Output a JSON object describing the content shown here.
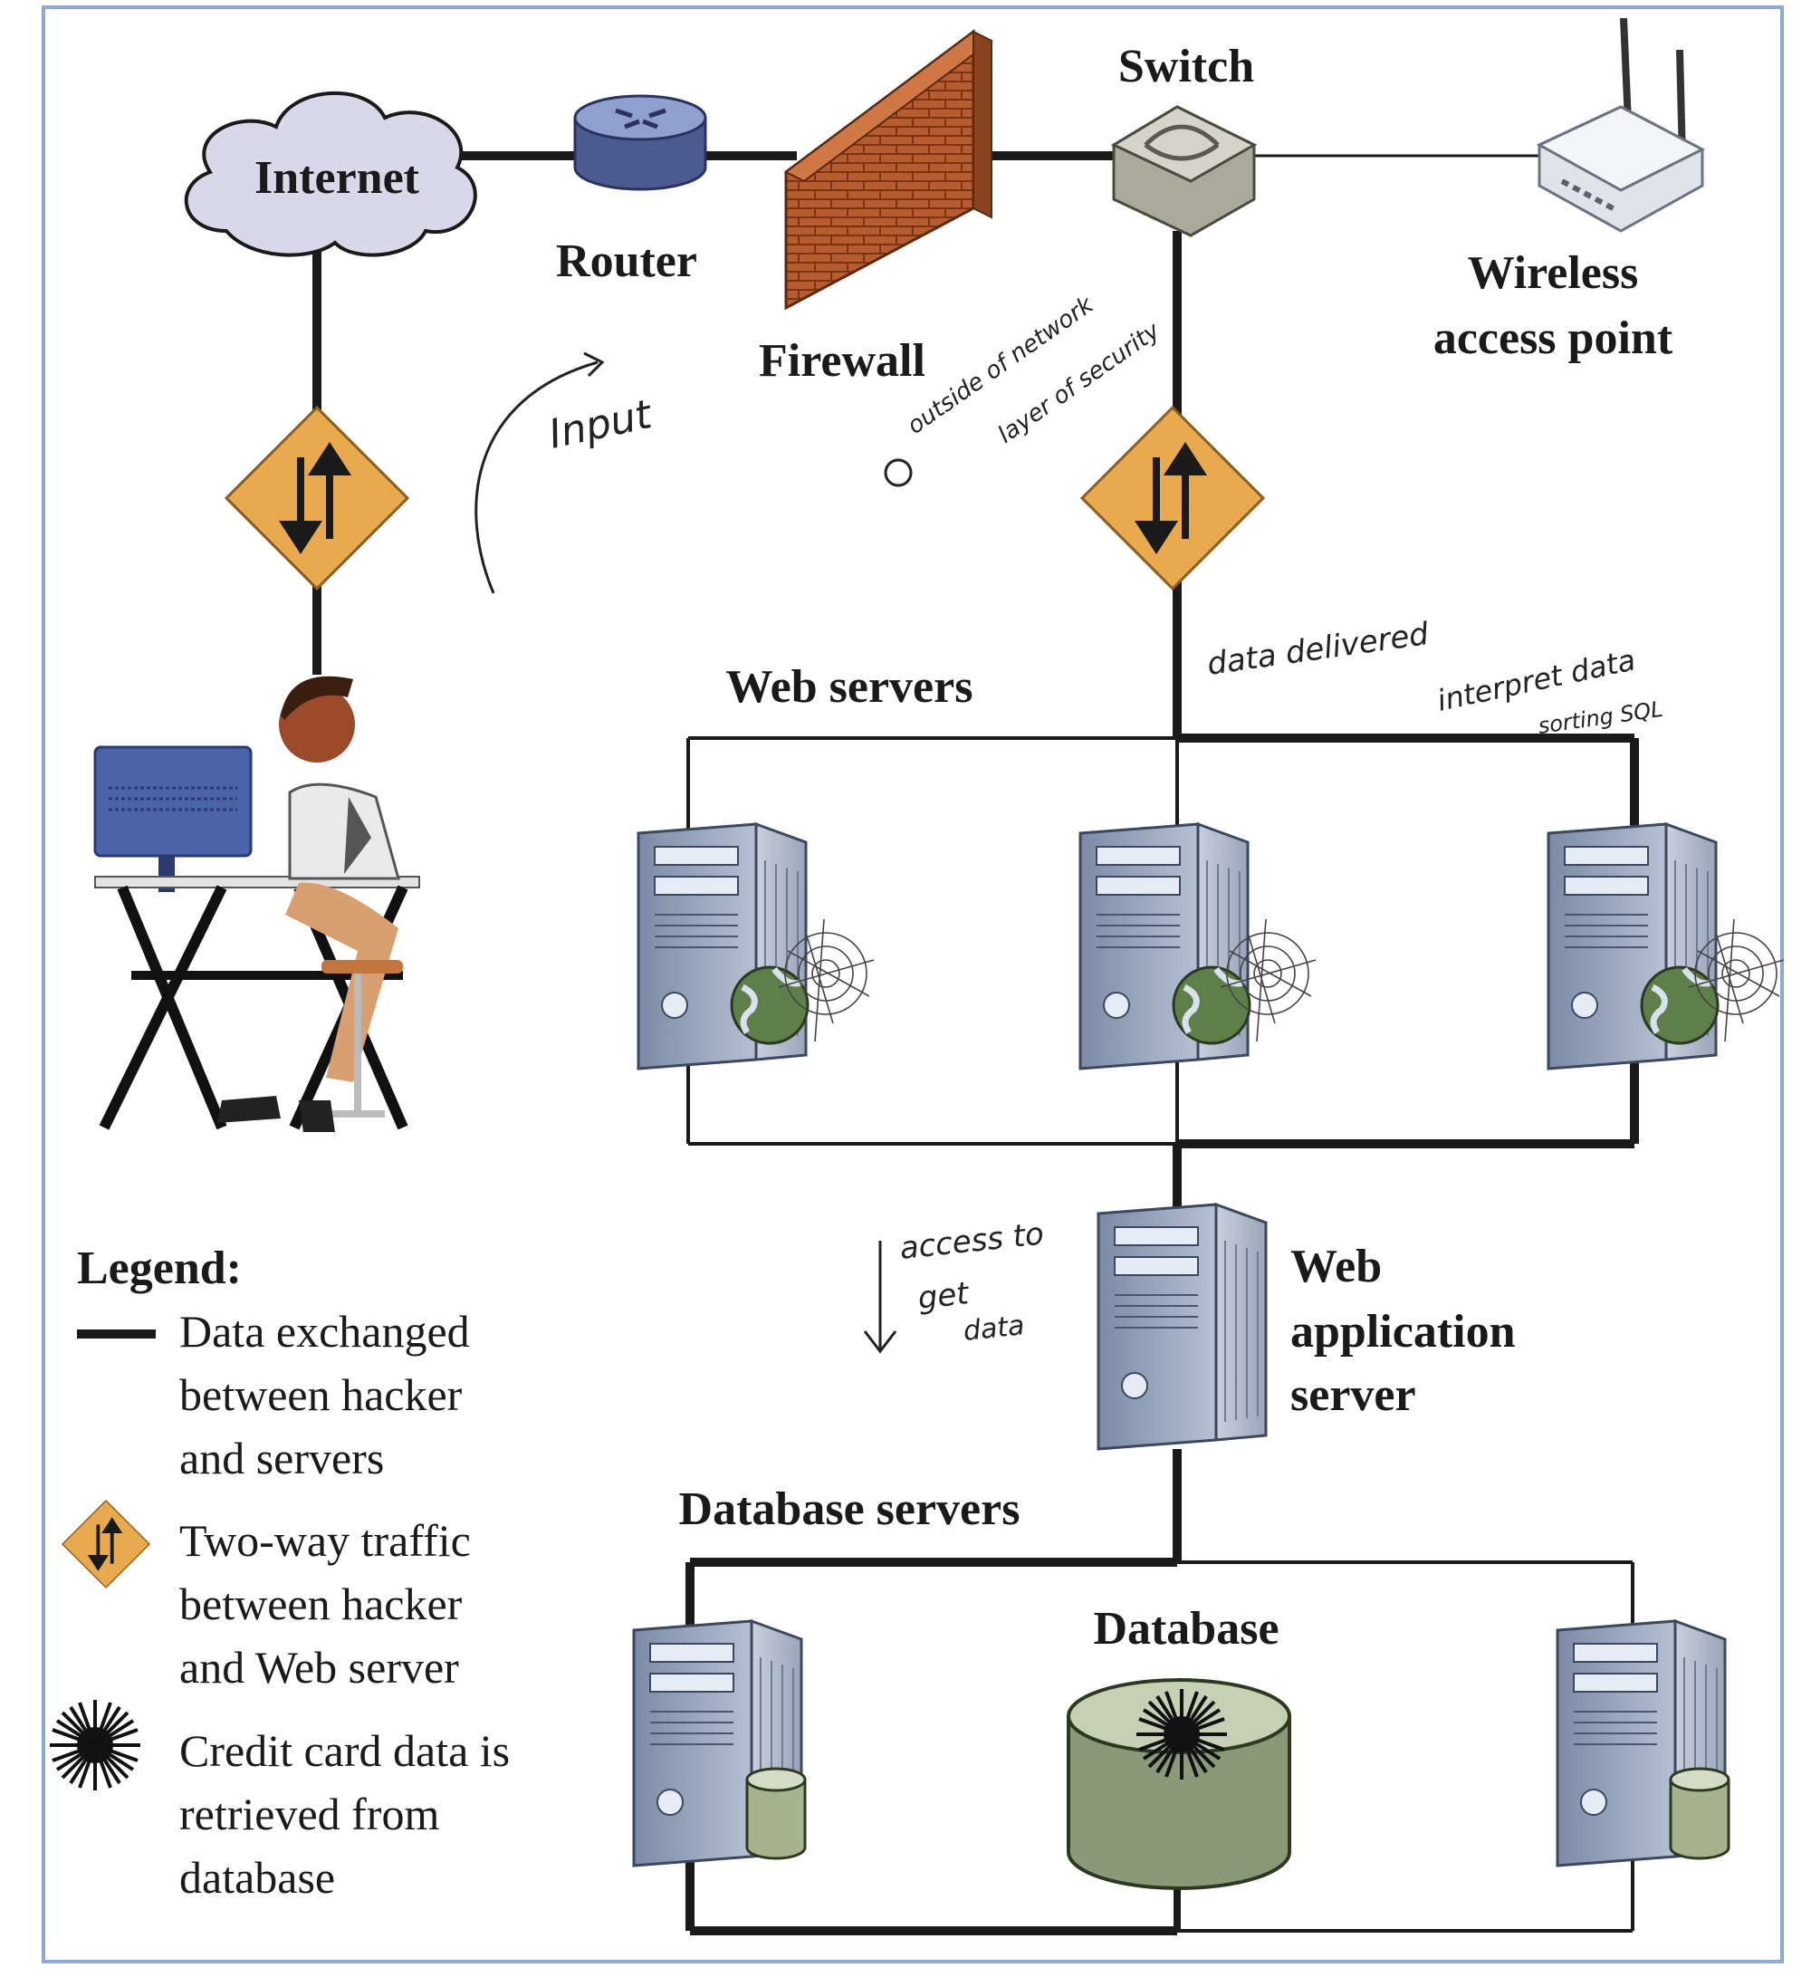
{
  "labels": {
    "internet": "Internet",
    "router": "Router",
    "firewall": "Firewall",
    "switch": "Switch",
    "wireless_line1": "Wireless",
    "wireless_line2": "access point",
    "web_servers": "Web servers",
    "web_app_line1": "Web",
    "web_app_line2": "application",
    "web_app_line3": "server",
    "database_servers": "Database servers",
    "database": "Database"
  },
  "legend": {
    "title": "Legend:",
    "items": [
      {
        "lines": [
          "Data exchanged",
          "between hacker",
          "and servers"
        ]
      },
      {
        "lines": [
          "Two-way traffic",
          "between hacker",
          "and Web server"
        ]
      },
      {
        "lines": [
          "Credit card data is",
          "retrieved from",
          "database"
        ]
      }
    ]
  },
  "annotations": {
    "input": "Input",
    "outside_line1": "outside of network",
    "outside_line2": "layer of security",
    "data_delivered": "data delivered",
    "interpret_line1": "interpret data",
    "interpret_line2": "sorting SQL",
    "access_line1": "access to",
    "access_line2": "get",
    "access_line3": "data"
  },
  "colors": {
    "line": "#1a1a1a",
    "frame": "#8fa9d6",
    "sign": "#e9a94f",
    "brick": "#b35a2d",
    "cloud": "#d8d8e8",
    "server": "#8f9bb3",
    "database": "#8a9a78"
  }
}
